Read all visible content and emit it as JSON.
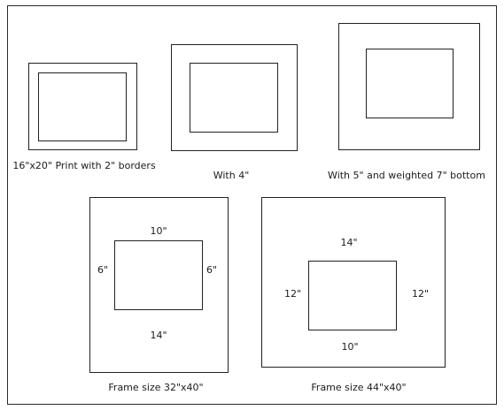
{
  "panels": {
    "p1": {
      "caption": "16\"x20\" Print with 2\" borders"
    },
    "p2": {
      "caption": "With 4\""
    },
    "p3": {
      "caption": "With 5\" and weighted 7\" bottom"
    },
    "p4": {
      "caption": "Frame size 32\"x40\"",
      "top": "10\"",
      "left": "6\"",
      "right": "6\"",
      "bottom": "14\""
    },
    "p5": {
      "caption": "Frame size 44\"x40\"",
      "top": "14\"",
      "left": "12\"",
      "right": "12\"",
      "bottom": "10\""
    }
  }
}
